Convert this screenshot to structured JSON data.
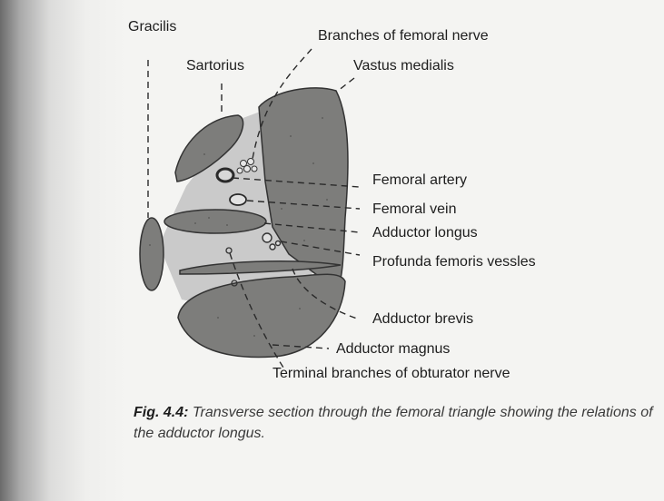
{
  "labels": {
    "gracilis": "Gracilis",
    "sartorius": "Sartorius",
    "femoral_nerve_branches": "Branches of femoral nerve",
    "vastus_medialis": "Vastus medialis",
    "femoral_artery": "Femoral artery",
    "femoral_vein": "Femoral vein",
    "adductor_longus": "Adductor longus",
    "profunda_vessels": "Profunda femoris vessles",
    "adductor_brevis": "Adductor brevis",
    "adductor_magnus": "Adductor magnus",
    "obturator_branches": "Terminal branches of obturator nerve"
  },
  "caption": {
    "figure_number": "Fig. 4.4:",
    "text": " Transverse section through the femoral triangle showing the relations of the adductor longus."
  },
  "colors": {
    "muscle_fill": "#7d7d7b",
    "fascia_fill": "#cacaca",
    "line": "#2a2a2a"
  }
}
